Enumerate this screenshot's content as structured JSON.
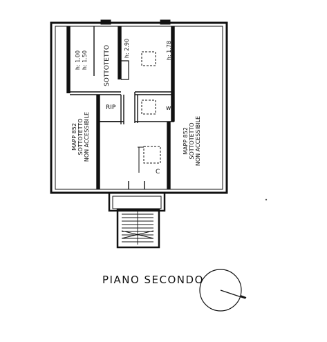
{
  "floor_title": "PIANO SECONDO",
  "rooms": {
    "left_attic": {
      "line1": "MAPP 852",
      "line2": "SOTTOTETTO",
      "line3": "NON ACCESSIBILE"
    },
    "right_attic": {
      "line1": "MAPP 852",
      "line2": "SOTTOTETTO",
      "line3": "NON ACCESSIBILE"
    },
    "top_attic": {
      "name": "SOTTOTETTO",
      "height_min": "h: 1.00",
      "height_max": "h: 1.50"
    },
    "room_a": {
      "height": "h: 2.90"
    },
    "room_b": {
      "height": "h: 1.78"
    },
    "storage": {
      "label": "RIP"
    },
    "bathroom": {
      "label": "wc"
    },
    "kitchen": {
      "label": "C"
    }
  },
  "colors": {
    "ink": "#111111",
    "paper": "#ffffff"
  },
  "icons": {
    "north_arrow": "compass-circle-icon"
  }
}
